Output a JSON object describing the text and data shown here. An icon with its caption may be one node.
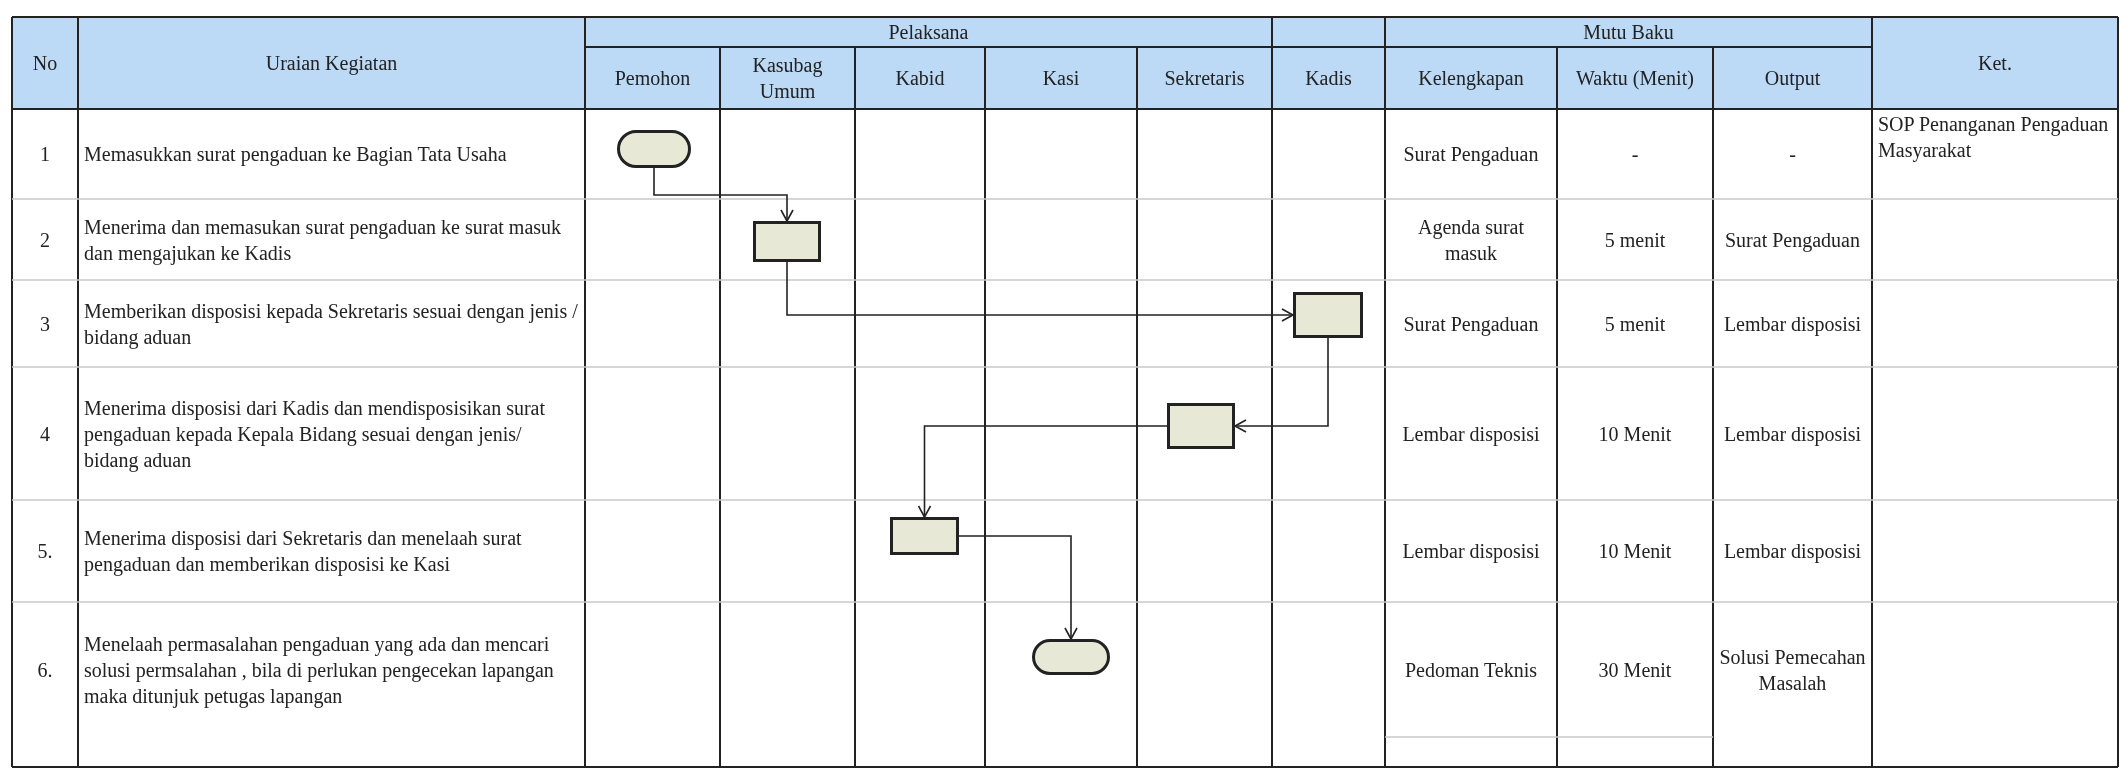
{
  "diagram": {
    "nodes": [
      {
        "text": [],
        "shape": "capsule"
      },
      {
        "text": [],
        "shape": "box"
      },
      {
        "text": [],
        "shape": "box"
      },
      {
        "text": [],
        "shape": "box"
      },
      {
        "text": [],
        "shape": "box"
      },
      {
        "text": [],
        "shape": "capsule"
      }
    ],
    "edges": [
      {
        "from": 0,
        "to": 1,
        "arrow": "to"
      },
      {
        "from": 1,
        "to": 2,
        "arrow": "to"
      },
      {
        "from": 2,
        "to": 3,
        "arrow": "to"
      },
      {
        "from": 3,
        "to": 4,
        "arrow": "to"
      },
      {
        "from": 4,
        "to": 5,
        "arrow": "to"
      }
    ],
    "labels": [
      "No",
      "Uraian Kegiatan",
      "Pelaksana",
      "Mutu Baku",
      "Ket.",
      "Pemohon",
      "Kasubag Umum",
      "Kabid",
      "Kasi",
      "Sekretaris",
      "Kadis",
      "Kelengkapan",
      "Waktu (Menit)",
      "Output",
      "1",
      "Memasukkan surat pengaduan ke Bagian Tata Usaha",
      "Surat Pengaduan",
      "-",
      "-",
      "SOP Penanganan Pengaduan Masyarakat",
      "2",
      "Menerima dan memasukan surat pengaduan ke surat masuk dan mengajukan ke Kadis",
      "Agenda surat masuk",
      "5 menit",
      "Surat Pengaduan",
      "3",
      "Memberikan disposisi kepada Sekretaris sesuai dengan jenis / bidang aduan",
      "Surat Pengaduan",
      "5 menit",
      "Lembar disposisi",
      "4",
      "Menerima disposisi dari Kadis dan mendisposisikan surat pengaduan kepada Kepala Bidang sesuai dengan jenis/ bidang aduan",
      "Lembar disposisi",
      "10 Menit",
      "Lembar disposisi",
      "5.",
      "Menerima disposisi dari Sekretaris dan menelaah surat pengaduan dan memberikan disposisi ke Kasi",
      "Lembar disposisi",
      "10 Menit",
      "Lembar disposisi",
      "6.",
      "Menelaah permasalahan pengaduan yang ada dan mencari solusi permsalahan , bila di perlukan pengecekan lapangan maka ditunjuk petugas lapangan",
      "Pedoman Teknis",
      "30 Menit",
      "Solusi Pemecahan Masalah"
    ]
  }
}
